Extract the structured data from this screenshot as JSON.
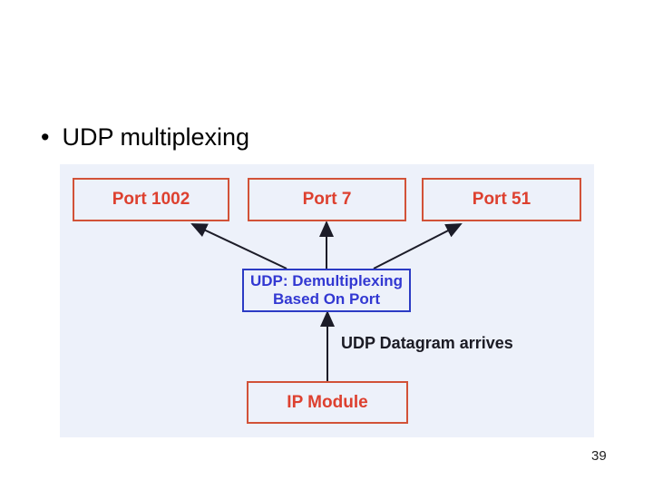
{
  "slide": {
    "bullet": "•",
    "title": "UDP multiplexing",
    "page_number": "39"
  },
  "diagram": {
    "nodes": [
      {
        "id": "port-1002",
        "label": "Port 1002",
        "color": "#dd402f"
      },
      {
        "id": "port-7",
        "label": "Port 7",
        "color": "#dd402f"
      },
      {
        "id": "port-51",
        "label": "Port 51",
        "color": "#dd402f"
      },
      {
        "id": "udp-demux",
        "label": "UDP: Demultiplexing\nBased On Port",
        "color": "#3238d2"
      },
      {
        "id": "ip-module",
        "label": "IP Module",
        "color": "#dd402f"
      }
    ],
    "edge_label": "UDP Datagram arrives",
    "arrows": [
      "udp-demux -> port-1002",
      "udp-demux -> port-7",
      "udp-demux -> port-51",
      "ip-module -> udp-demux"
    ],
    "colors": {
      "panel_background": "#edf1fa",
      "red_box_border": "#d25238",
      "red_box_text": "#dd402f",
      "blue_box_border": "#2c3bc4",
      "blue_box_text": "#3238d2",
      "arrow": "#1c1c28"
    }
  }
}
